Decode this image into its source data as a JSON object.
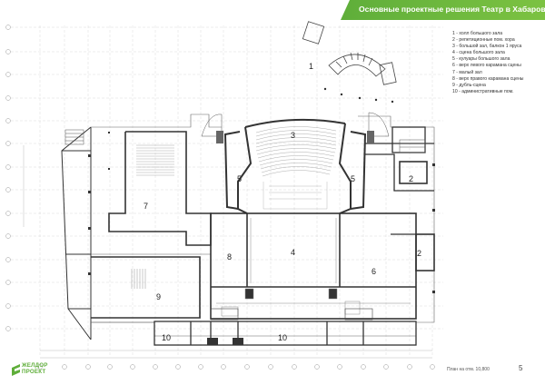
{
  "header": {
    "title": "Основные проектные решения Театр в Хабаровске"
  },
  "legend": [
    "1 - холл большого зала",
    "2 - репетиционные пом. хора",
    "3 - большой зал, балкон 1 яруса",
    "4 - сцена большого зала",
    "5 - кулуары большого зала",
    "6 - верх левого карамана сцены",
    "7 - малый зал",
    "8 - верх правого карамана сцены",
    "9 - дубль-сцена",
    "10 - административные пом."
  ],
  "rooms": {
    "r1": "1",
    "r2a": "2",
    "r2b": "2",
    "r3": "3",
    "r4": "4",
    "r5a": "5",
    "r5b": "5",
    "r6": "6",
    "r7": "7",
    "r8": "8",
    "r9": "9",
    "r10a": "10",
    "r10b": "10"
  },
  "caption": "План на отм. 10,800",
  "page_number": "5",
  "logo": {
    "line1": "ЖЕЛДОР",
    "line2": "ПРОЕКТ"
  },
  "colors": {
    "accent": "#5fae3a",
    "walls": "#333333"
  }
}
